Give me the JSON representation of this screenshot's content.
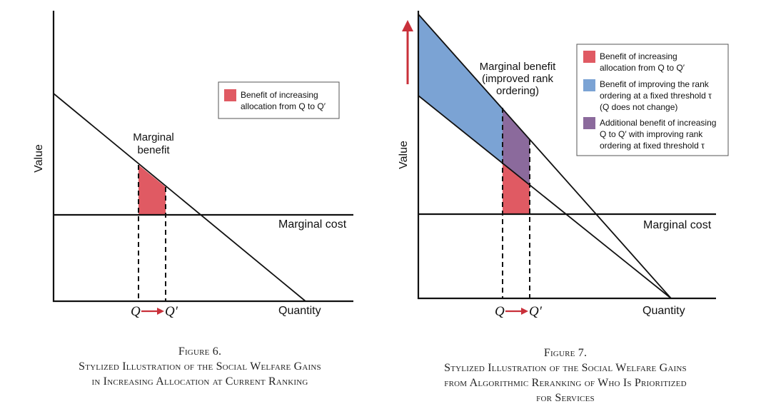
{
  "colors": {
    "red": "#e05a63",
    "blue": "#7ba3d4",
    "purple": "#8b6a9c",
    "arrow": "#c9303a",
    "line": "#111111"
  },
  "figure6": {
    "axis_y": "Value",
    "axis_x": "Quantity",
    "marginal_benefit": [
      "Marginal",
      "benefit"
    ],
    "marginal_cost": "Marginal cost",
    "q": "Q",
    "q_prime": "Q′",
    "legend": [
      {
        "color": "red",
        "lines": [
          "Benefit of increasing",
          "allocation from Q to Q′"
        ]
      }
    ],
    "caption": {
      "label": "Figure 6.",
      "lines": [
        "Stylized Illustration of the Social Welfare Gains",
        "in Increasing Allocation at Current Ranking"
      ]
    }
  },
  "figure7": {
    "axis_y": "Value",
    "axis_x": "Quantity",
    "marginal_benefit": [
      "Marginal benefit",
      "(improved rank",
      "ordering)"
    ],
    "marginal_cost": "Marginal cost",
    "q": "Q",
    "q_prime": "Q′",
    "legend": [
      {
        "color": "red",
        "lines": [
          "Benefit of increasing",
          "allocation from Q to Q′"
        ]
      },
      {
        "color": "blue",
        "lines": [
          "Benefit of improving the rank",
          "ordering at a fixed threshold τ",
          "(Q does not change)"
        ]
      },
      {
        "color": "purple",
        "lines": [
          "Additional benefit of increasing",
          "Q to Q′ with improving rank",
          "ordering at fixed threshold τ"
        ]
      }
    ],
    "caption": {
      "label": "Figure 7.",
      "lines": [
        "Stylized Illustration of the Social Welfare Gains",
        "from Algorithmic Reranking of Who Is Prioritized",
        "for Services"
      ]
    }
  }
}
